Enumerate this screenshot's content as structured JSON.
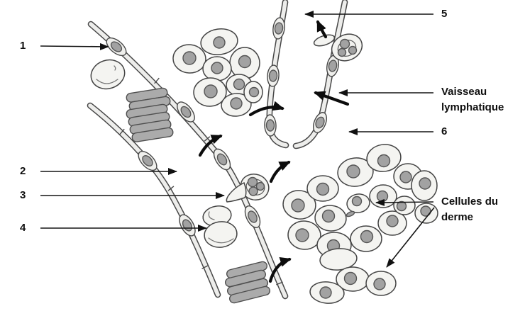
{
  "diagram": {
    "type": "labeled-biology-diagram",
    "background": "#ffffff",
    "palette": {
      "ink": "#141414",
      "outline": "#474747",
      "cell_fill": "#f4f4f1",
      "nucleus_fill": "#a2a2a2",
      "red_blood_cell_fill": "#ababab",
      "vessel_wall_fill": "#ededeb"
    },
    "labels": {
      "n1": "1",
      "n2": "2",
      "n3": "3",
      "n4": "4",
      "n5": "5",
      "n6": "6",
      "lymphatic_line1": "Vaisseau",
      "lymphatic_line2": "lymphatique",
      "derme_line1": "Cellules du",
      "derme_line2": "derme"
    }
  }
}
